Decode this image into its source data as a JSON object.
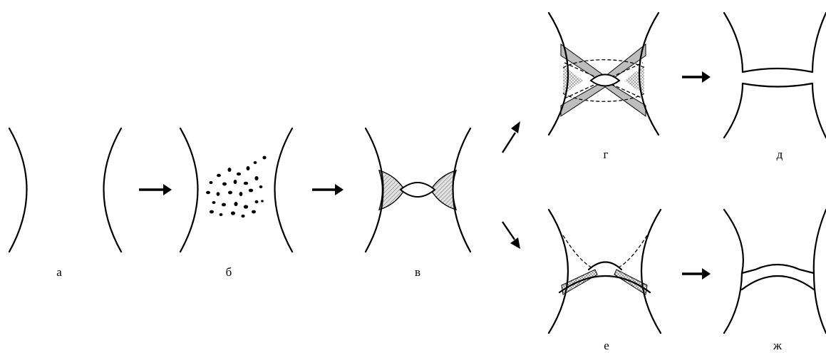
{
  "labels": {
    "a": "а",
    "b": "б",
    "v": "в",
    "g": "г",
    "d": "д",
    "e": "е",
    "zh": "ж"
  },
  "colors": {
    "line": "#000000",
    "fill_gray": "#bdbdbd",
    "background": "#ffffff"
  }
}
